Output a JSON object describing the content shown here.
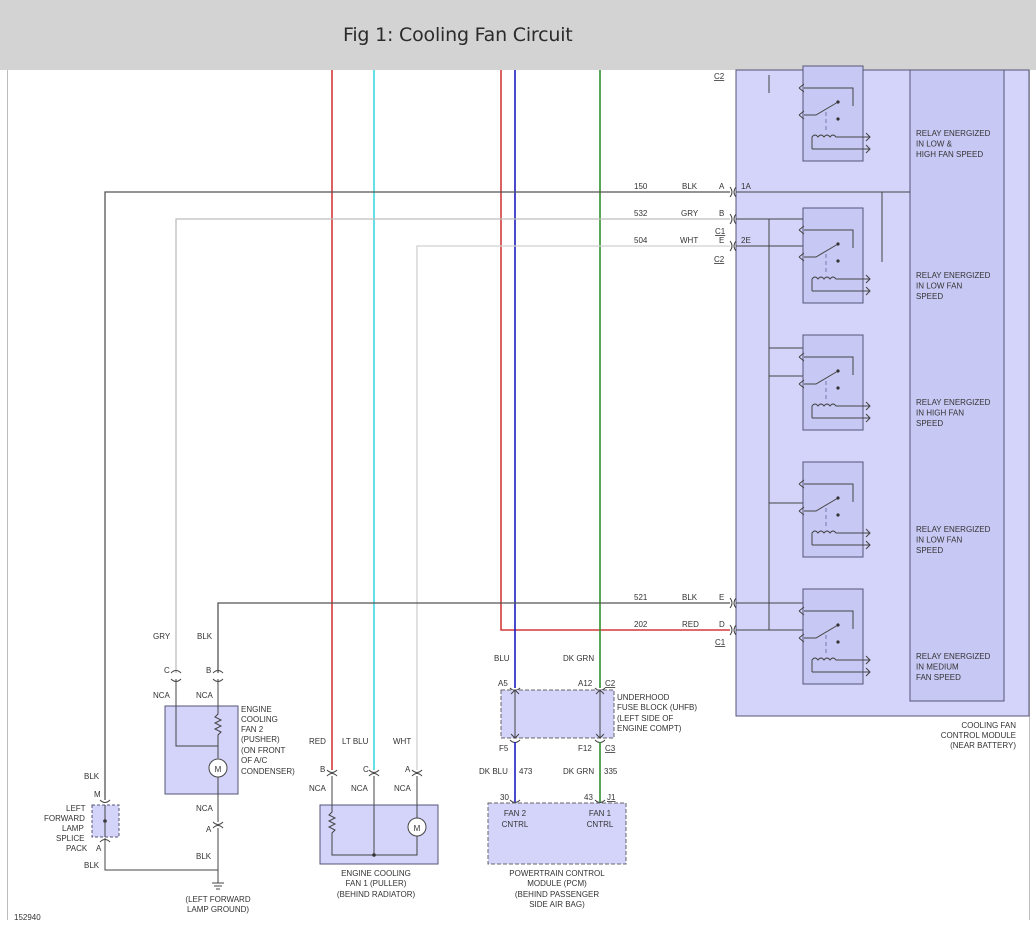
{
  "figure": {
    "title": "Fig 1: Cooling Fan Circuit",
    "id": "152940"
  },
  "colors": {
    "red": "#d33a3a",
    "light_blue": "#3fd9e0",
    "dark_blue": "#1c1cc0",
    "dark_green": "#2f8f2f",
    "black": "#555555",
    "gray": "#bdbdbd",
    "white": "#d8d8d8",
    "module_fill": "#d4d4fb",
    "module_stroke": "#555577"
  },
  "control_module": {
    "label": [
      "COOLING FAN",
      "CONTROL MODULE",
      "(NEAR BATTERY)"
    ],
    "relays": [
      {
        "caption": [
          "RELAY ENERGIZED",
          "IN LOW &",
          "HIGH FAN SPEED"
        ]
      },
      {
        "caption": [
          "RELAY ENERGIZED",
          "IN LOW FAN",
          "SPEED"
        ]
      },
      {
        "caption": [
          "RELAY ENERGIZED",
          "IN HIGH FAN",
          "SPEED"
        ]
      },
      {
        "caption": [
          "RELAY ENERGIZED",
          "IN LOW FAN",
          "SPEED"
        ]
      },
      {
        "caption": [
          "RELAY ENERGIZED",
          "IN MEDIUM",
          "FAN SPEED"
        ]
      }
    ],
    "pins": {
      "c2_top": "C2",
      "blk150": {
        "circuit": "150",
        "color": "BLK",
        "pin": "A",
        "inner": "1A"
      },
      "gry532": {
        "circuit": "532",
        "color": "GRY",
        "pin": "B",
        "conn": "C1"
      },
      "wht504": {
        "circuit": "504",
        "color": "WHT",
        "pin": "E",
        "inner": "2E",
        "conn": "C2"
      },
      "blk521": {
        "circuit": "521",
        "color": "BLK",
        "pin": "E"
      },
      "red202": {
        "circuit": "202",
        "color": "RED",
        "pin": "D",
        "conn": "C1"
      }
    }
  },
  "fan2": {
    "label": [
      "ENGINE",
      "COOLING",
      "FAN 2",
      "(PUSHER)",
      "(ON FRONT",
      "OF A/C",
      "CONDENSER)"
    ],
    "motor": "M",
    "wire_gry": "GRY",
    "wire_blk": "BLK",
    "pin_c": "C",
    "pin_b": "B",
    "nca_left": "NCA",
    "nca_right": "NCA",
    "nca_bottom": "NCA",
    "pin_a": "A",
    "wire_blk_bottom": "BLK"
  },
  "splice_pack": {
    "label": [
      "LEFT",
      "FORWARD",
      "LAMP",
      "SPLICE",
      "PACK"
    ],
    "wire_top": "BLK",
    "pin_m": "M",
    "pin_a": "A",
    "wire_bottom": "BLK"
  },
  "ground": {
    "label": [
      "(LEFT FORWARD",
      "LAMP GROUND)"
    ]
  },
  "fan1": {
    "label": [
      "ENGINE COOLING",
      "FAN 1 (PULLER)",
      "(BEHIND RADIATOR)"
    ],
    "motor": "M",
    "wires": [
      "RED",
      "LT BLU",
      "WHT"
    ],
    "pins": [
      "B",
      "C",
      "A"
    ],
    "nca": [
      "NCA",
      "NCA",
      "NCA"
    ]
  },
  "fuse_block": {
    "label": [
      "UNDERHOOD",
      "FUSE BLOCK (UHFB)",
      "(LEFT SIDE OF",
      "ENGINE COMPT)"
    ],
    "wire_blu": "BLU",
    "wire_dkgrn": "DK GRN",
    "pin_a5": "A5",
    "pin_a12": "A12",
    "conn_c2": "C2",
    "pin_f5": "F5",
    "pin_f12": "F12",
    "conn_c3": "C3"
  },
  "pcm": {
    "label": [
      "POWERTRAIN CONTROL",
      "MODULE (PCM)",
      "(BEHIND PASSENGER",
      "SIDE AIR BAG)"
    ],
    "wire1_color": "DK BLU",
    "wire1_circuit": "473",
    "wire2_color": "DK GRN",
    "wire2_circuit": "335",
    "pin30": "30",
    "pin43": "43",
    "conn_j1": "J1",
    "fan2_cntrl": [
      "FAN 2",
      "CNTRL"
    ],
    "fan1_cntrl": [
      "FAN 1",
      "CNTRL"
    ]
  }
}
